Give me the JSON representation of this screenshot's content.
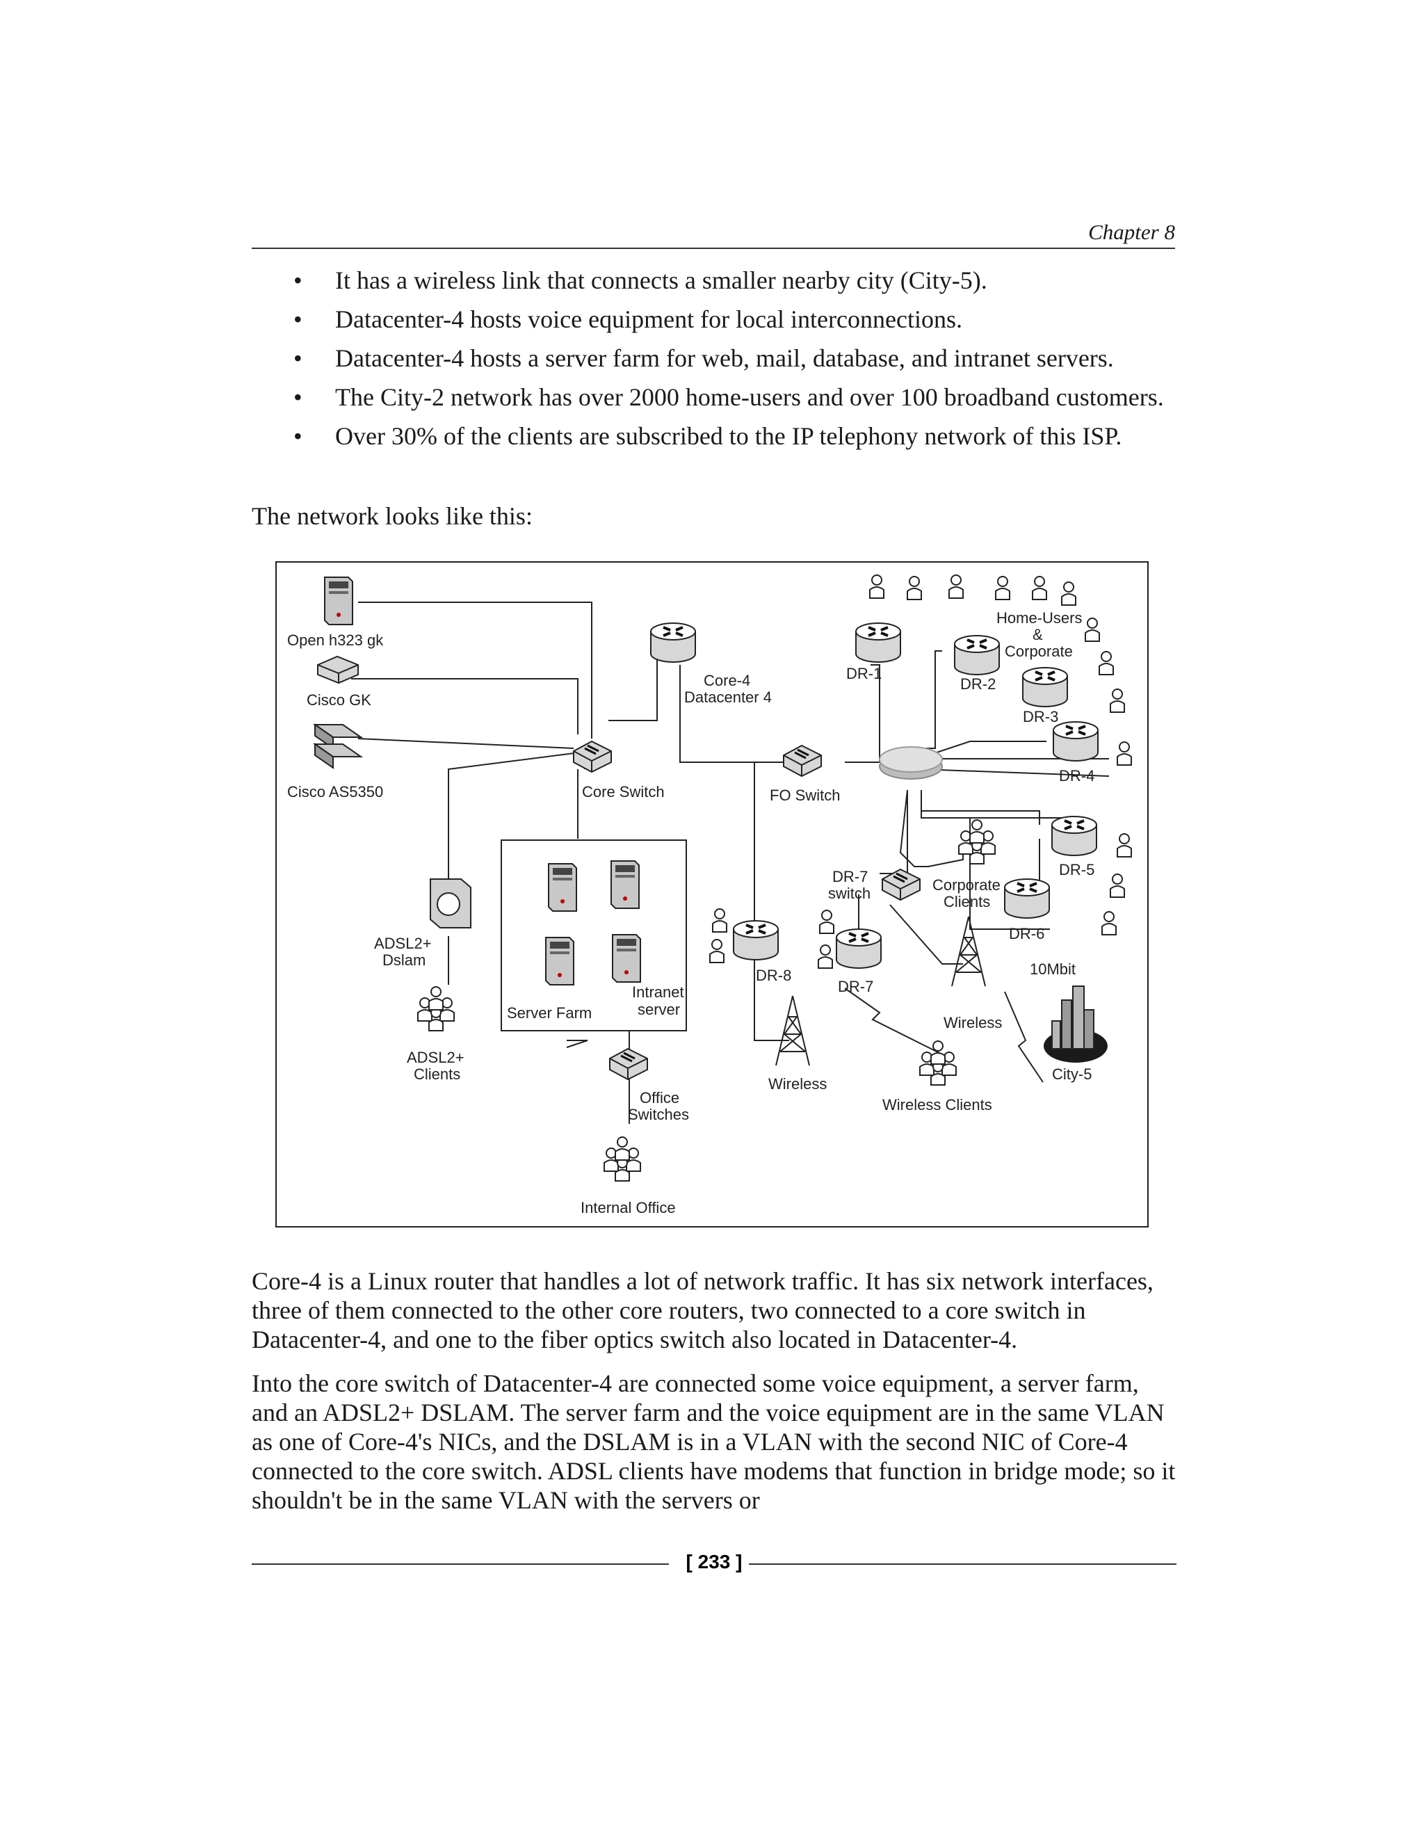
{
  "header": {
    "chapter": "Chapter 8"
  },
  "bullets": [
    "It has a wireless link that connects a smaller nearby city (City-5).",
    "Datacenter-4 hosts voice equipment for local interconnections.",
    "Datacenter-4 hosts a server farm for web, mail, database, and intranet servers.",
    "The City-2 network has over 2000 home-users and over 100 broadband customers.",
    "Over 30% of the clients are subscribed to the IP telephony network of this ISP."
  ],
  "intro": "The network looks like this:",
  "diagram": {
    "labels": {
      "open_h323": "Open h323 gk",
      "cisco_gk": "Cisco GK",
      "cisco_as5350": "Cisco AS5350",
      "core4_line1": "Core-4",
      "core4_line2": "Datacenter 4",
      "core_switch": "Core Switch",
      "fo_switch": "FO Switch",
      "server_farm": "Server Farm",
      "intranet_line1": "Intranet",
      "intranet_line2": "server",
      "adsl_dslam_line1": "ADSL2+",
      "adsl_dslam_line2": "Dslam",
      "adsl_clients_line1": "ADSL2+",
      "adsl_clients_line2": "Clients",
      "office_line1": "Office",
      "office_line2": "Switches",
      "internal_office": "Internal Office",
      "dr1": "DR-1",
      "dr2": "DR-2",
      "dr3": "DR-3",
      "dr4": "DR-4",
      "dr5": "DR-5",
      "dr6": "DR-6",
      "dr7": "DR-7",
      "dr8": "DR-8",
      "dr7_switch_line1": "DR-7",
      "dr7_switch_line2": "switch",
      "home_users_line1": "Home-Users",
      "home_users_line2": "&",
      "home_users_line3": "Corporate",
      "corporate_line1": "Corporate",
      "corporate_line2": "Clients",
      "mbit": "10Mbit",
      "wireless_1": "Wireless",
      "wireless_2": "Wireless",
      "wireless_clients": "Wireless Clients",
      "city5": "City-5"
    }
  },
  "paragraphs": [
    "Core-4 is a Linux router that handles a lot of network traffic. It has six network interfaces, three of them connected to the other core routers, two connected to a core switch in Datacenter-4, and one to the fiber optics switch also located in Datacenter-4.",
    "Into the core switch of Datacenter-4 are connected some voice equipment, a server farm, and an ADSL2+ DSLAM. The server farm and the voice equipment are in the same VLAN as one of Core-4's NICs, and the DSLAM is in a VLAN with the second NIC of Core-4 connected to the core switch. ADSL clients have modems that function in bridge mode; so it shouldn't be in the same VLAN with the servers or"
  ],
  "footer": {
    "page": "[ 233 ]"
  }
}
